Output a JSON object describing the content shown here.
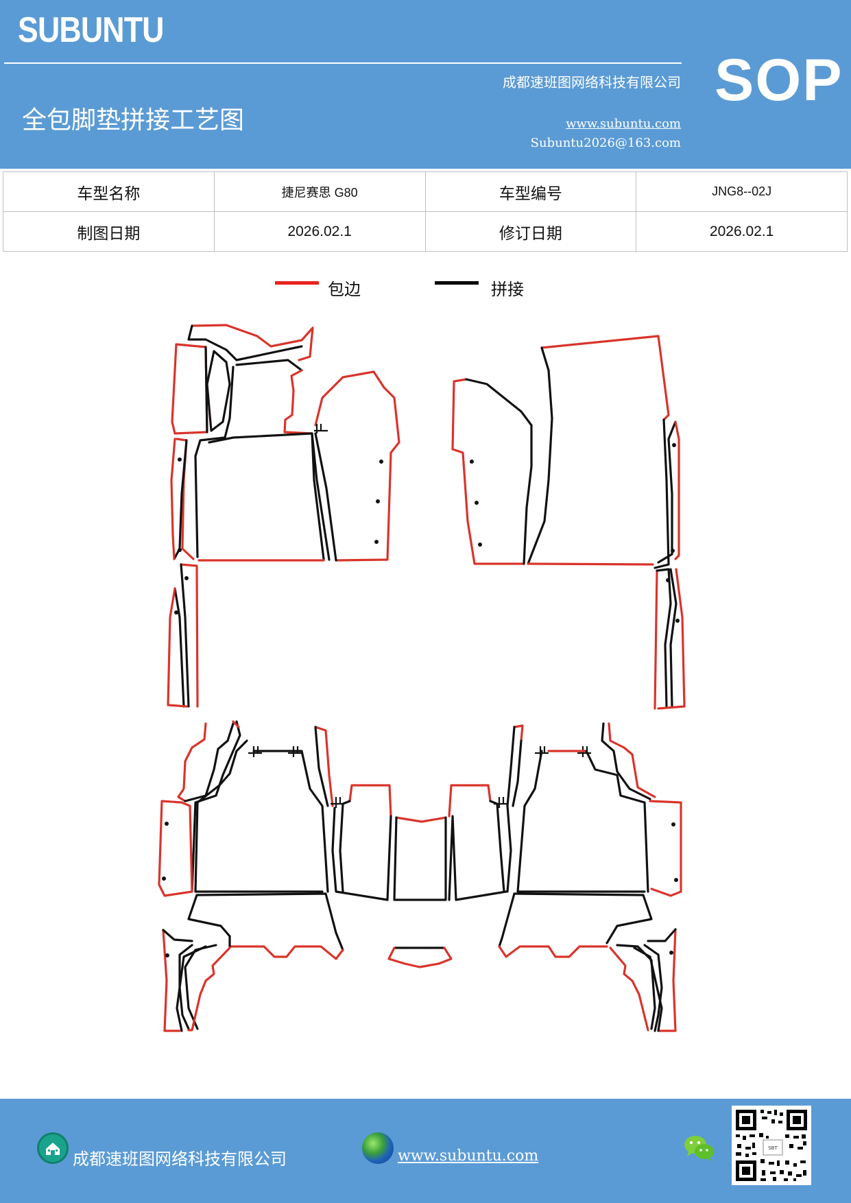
{
  "header": {
    "brand": "SUBUNTU",
    "company": "成都速班图网络科技有限公司",
    "website": "www.subuntu.com",
    "email": "Subuntu2026@163.com",
    "title": "全包脚垫拼接工艺图",
    "badge": "SOP"
  },
  "info": {
    "model_name_label": "车型名称",
    "model_name_value": "捷尼赛思 G80",
    "model_code_label": "车型编号",
    "model_code_value": "JNG8--02J",
    "draw_date_label": "制图日期",
    "draw_date_value": "2026.02.1",
    "revise_date_label": "修订日期",
    "revise_date_value": "2026.02.1"
  },
  "legend": {
    "edge_label": "包边",
    "edge_color": "#e8211d",
    "join_label": "拼接",
    "join_color": "#000000"
  },
  "diagram": {
    "edge_color": "#d9342b",
    "join_color": "#111111"
  },
  "footer": {
    "company": "成都速班图网络科技有限公司",
    "website": "www.subuntu.com",
    "icons": [
      "house-icon",
      "globe-icon",
      "wechat-icon",
      "qr-code"
    ]
  },
  "colors": {
    "header_bg": "#5b9bd5",
    "footer_bg": "#5b9bd5"
  }
}
